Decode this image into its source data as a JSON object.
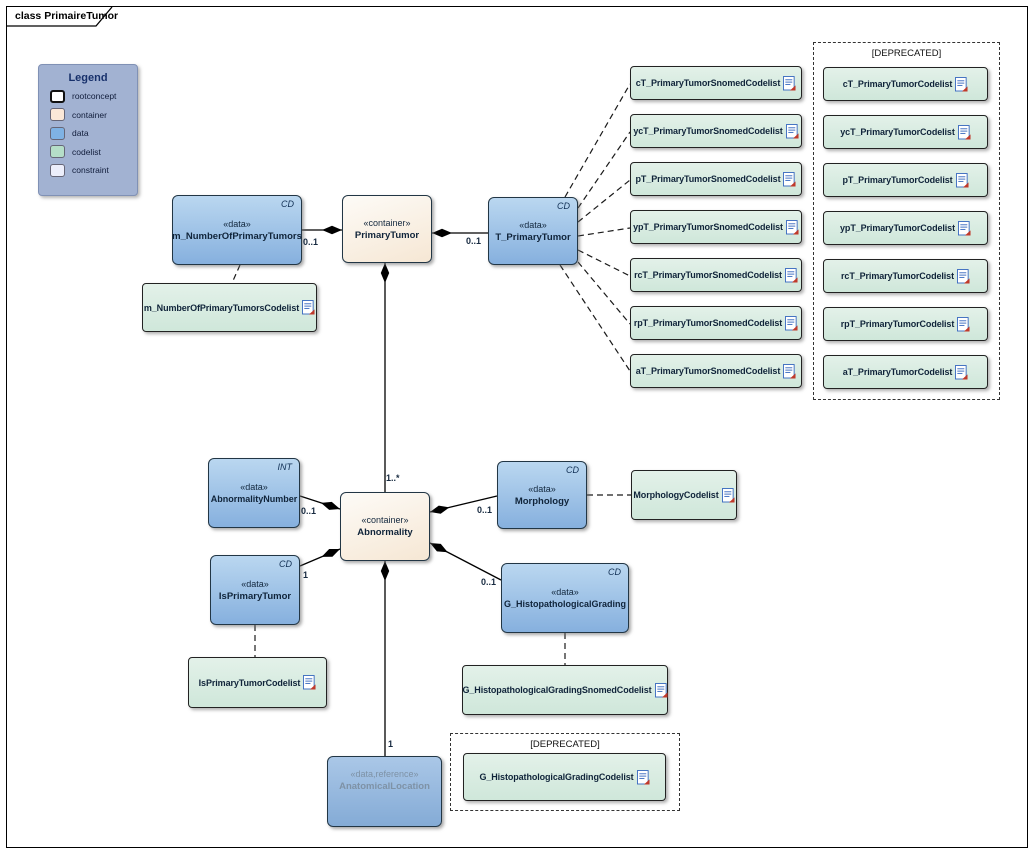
{
  "diagram": {
    "tab_title": "class PrimaireTumor"
  },
  "legend": {
    "title": "Legend",
    "items": [
      {
        "label": "rootconcept",
        "color": "#ffffff"
      },
      {
        "label": "container",
        "color": "#fbe8d8"
      },
      {
        "label": "data",
        "color": "#7fb2e4"
      },
      {
        "label": "codelist",
        "color": "#b5dec8"
      },
      {
        "label": "constraint",
        "color": "#eceefb"
      }
    ]
  },
  "classes": {
    "m_number": {
      "stereotype": "«data»",
      "name": "m_NumberOfPrimaryTumors",
      "type_tag": "CD"
    },
    "primary_tumor": {
      "stereotype": "«container»",
      "name": "PrimaryTumor"
    },
    "t_primary_tumor": {
      "stereotype": "«data»",
      "name": "T_PrimaryTumor",
      "type_tag": "CD"
    },
    "abnormality_number": {
      "stereotype": "«data»",
      "name": "AbnormalityNumber",
      "type_tag": "INT"
    },
    "abnormality": {
      "stereotype": "«container»",
      "name": "Abnormality"
    },
    "morphology": {
      "stereotype": "«data»",
      "name": "Morphology",
      "type_tag": "CD"
    },
    "is_primary_tumor": {
      "stereotype": "«data»",
      "name": "IsPrimaryTumor",
      "type_tag": "CD"
    },
    "g_grading": {
      "stereotype": "«data»",
      "name": "G_HistopathologicalGrading",
      "type_tag": "CD"
    },
    "anatomical_location": {
      "stereotype": "«data,reference»",
      "name": "AnatomicalLocation"
    }
  },
  "codelists": {
    "m_number": "m_NumberOfPrimaryTumorsCodelist",
    "morphology": "MorphologyCodelist",
    "is_primary_tumor": "IsPrimaryTumorCodelist",
    "g_grading_snomed": "G_HistopathologicalGradingSnomedCodelist",
    "snomed": [
      "cT_PrimaryTumorSnomedCodelist",
      "ycT_PrimaryTumorSnomedCodelist",
      "pT_PrimaryTumorSnomedCodelist",
      "ypT_PrimaryTumorSnomedCodelist",
      "rcT_PrimaryTumorSnomedCodelist",
      "rpT_PrimaryTumorSnomedCodelist",
      "aT_PrimaryTumorSnomedCodelist"
    ],
    "deprecated_right": [
      "cT_PrimaryTumorCodelist",
      "ycT_PrimaryTumorCodelist",
      "pT_PrimaryTumorCodelist",
      "ypT_PrimaryTumorCodelist",
      "rcT_PrimaryTumorCodelist",
      "rpT_PrimaryTumorCodelist",
      "aT_PrimaryTumorCodelist"
    ],
    "deprecated_bottom": [
      "G_HistopathologicalGradingCodelist"
    ]
  },
  "groups": {
    "deprecated_label": "[DEPRECATED]"
  },
  "multiplicities": {
    "m_number": "0..1",
    "t_primary_tumor": "0..1",
    "abnormality": "1..*",
    "abnormality_number": "0..1",
    "is_primary_tumor": "1",
    "morphology": "0..1",
    "g_grading": "0..1",
    "anatomical_location": "1"
  },
  "colors": {
    "data_fill_top": "#bad7f0",
    "data_fill_bottom": "#86b0de",
    "container_fill_top": "#fdfbf7",
    "container_fill_bottom": "#f6e7d4",
    "codelist_fill_top": "#e3f1e9",
    "codelist_fill_bottom": "#cfe7da",
    "legend_bg": "#a2b2d2",
    "reference_text_gray": "#7e92a6",
    "doc_icon_blue": "#3a6bbf",
    "doc_icon_red": "#c0392b"
  }
}
